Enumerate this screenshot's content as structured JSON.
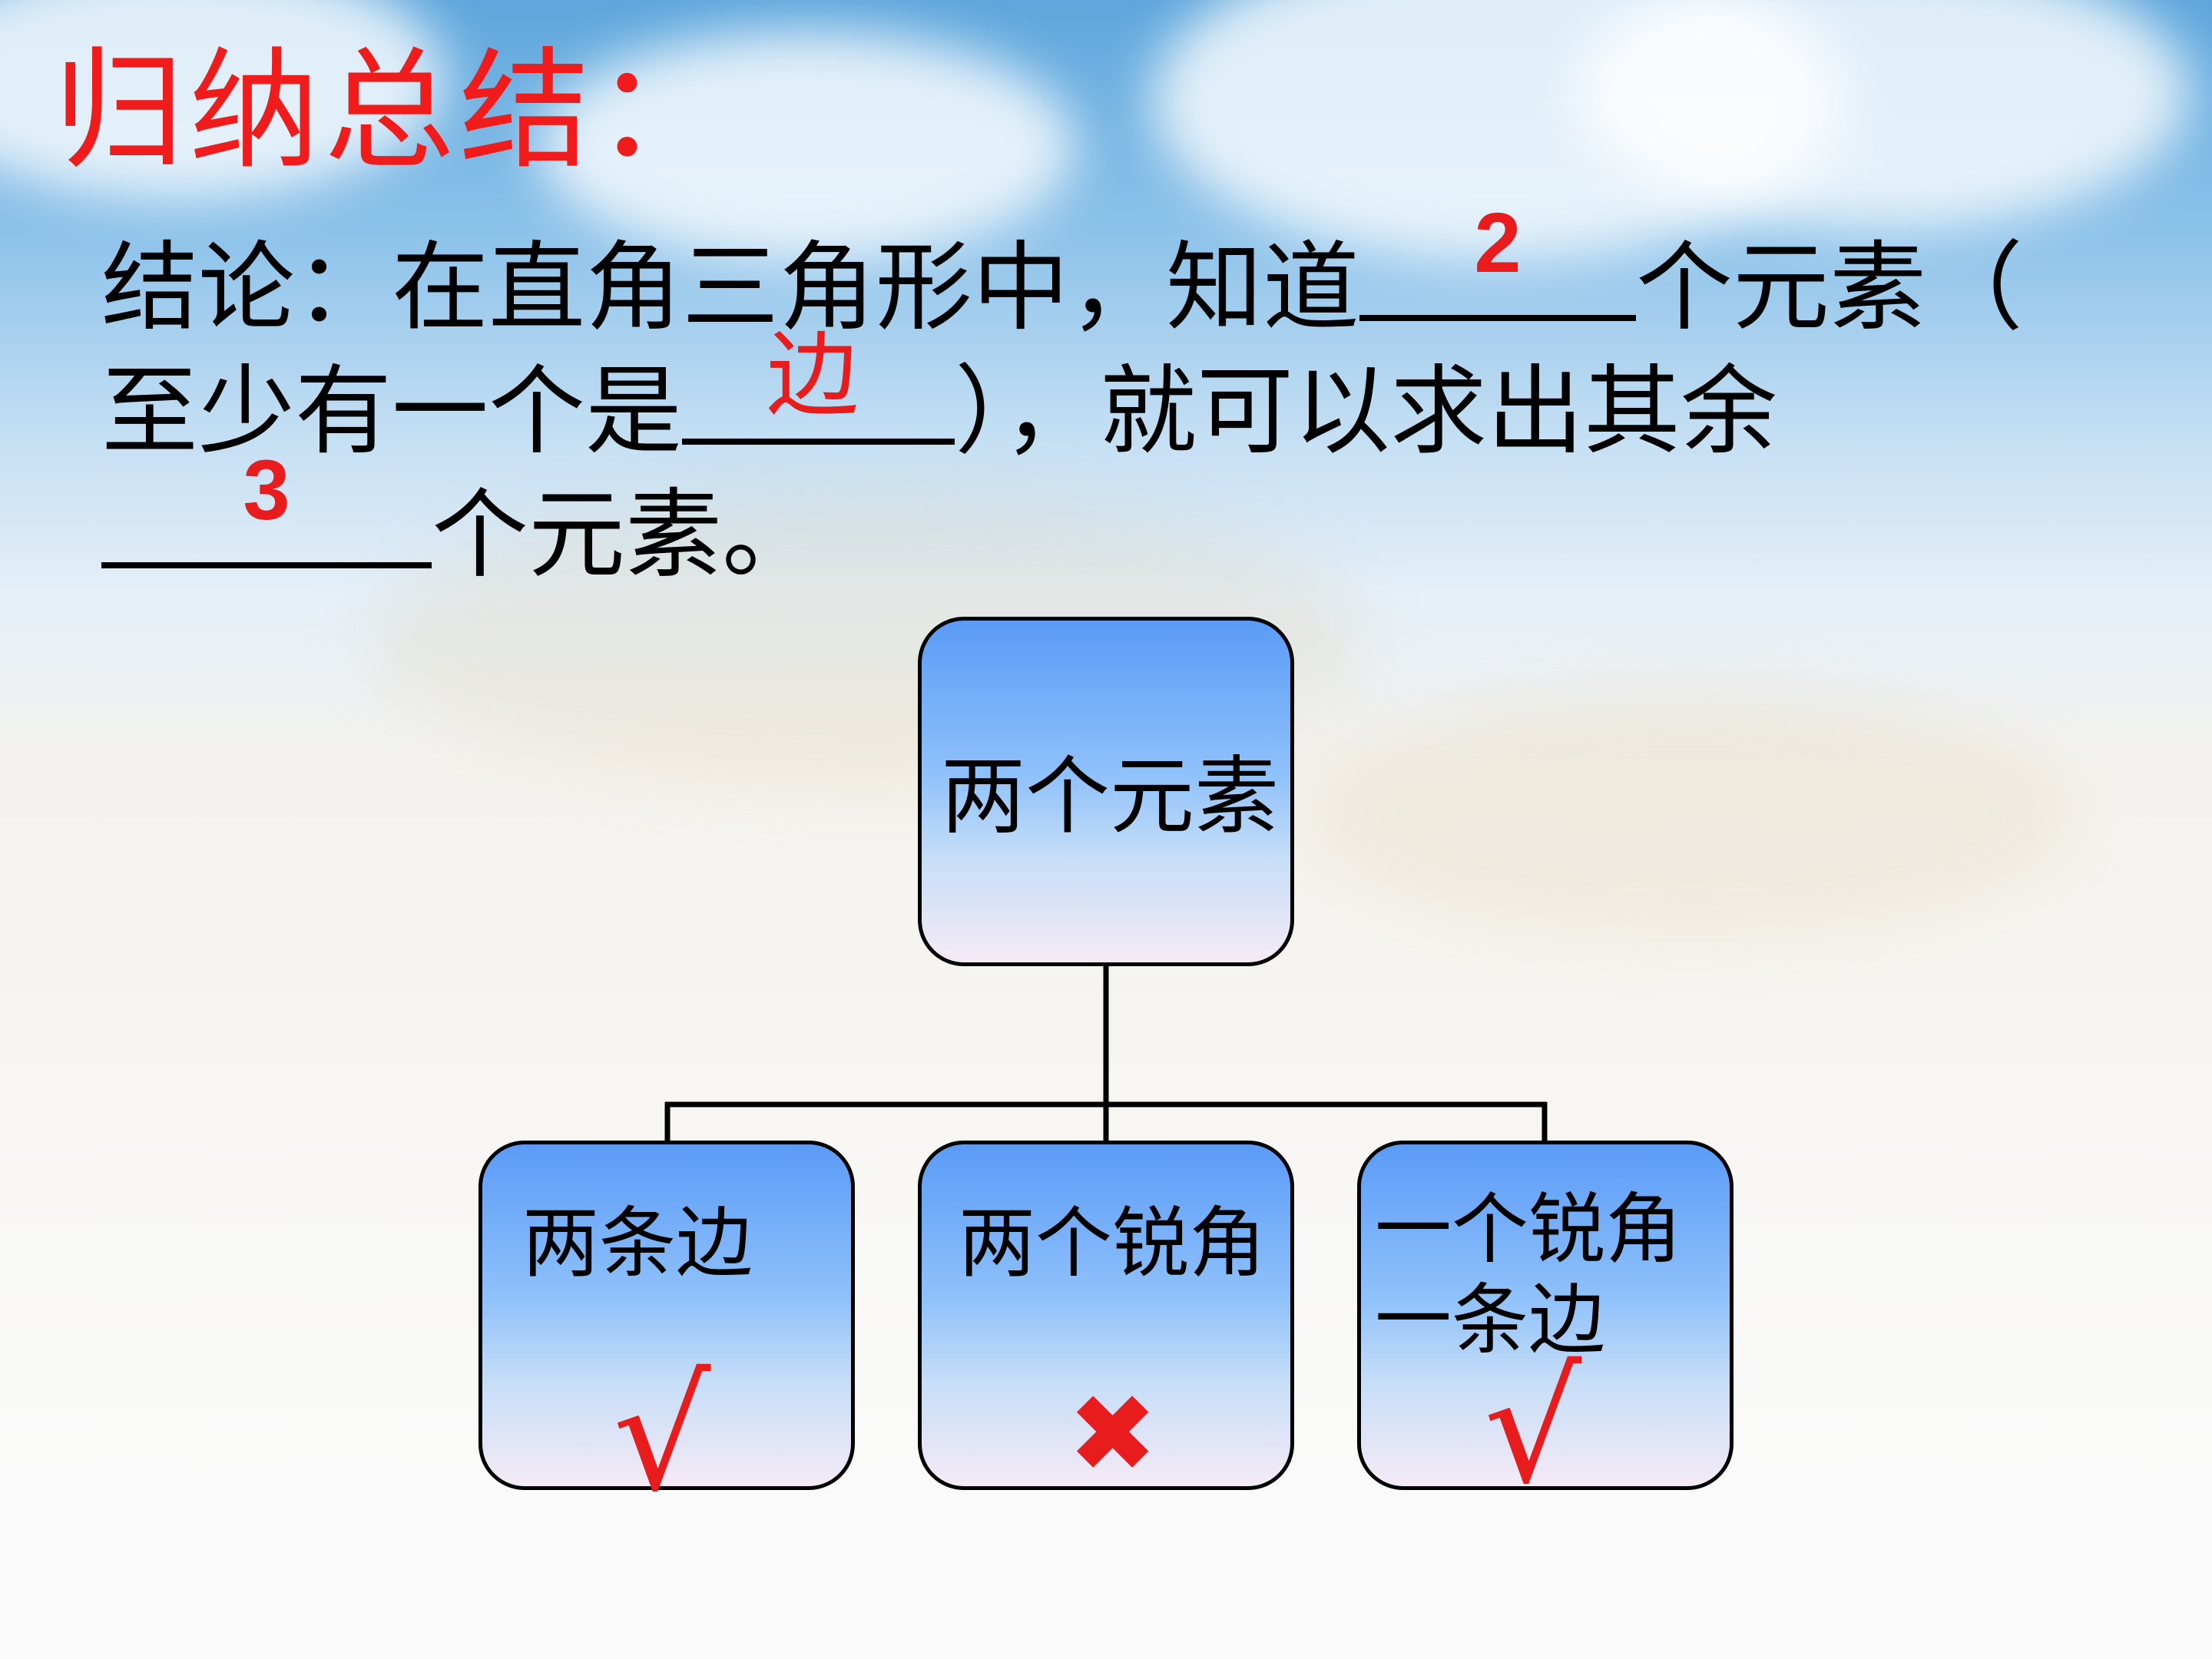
{
  "slide": {
    "title": "归纳总结：",
    "conclusion": {
      "line1_prefix": "结论：在直角三角形中，知道",
      "blank1": "2",
      "line1_suffix": "个元素（",
      "line2_prefix": "至少有一个是",
      "blank2": "边",
      "line2_suffix": "），就可以求出其余",
      "blank3": "3",
      "line3_suffix": "个元素。"
    }
  },
  "diagram": {
    "root": {
      "label": "两个元素"
    },
    "children": [
      {
        "line1": "两条边",
        "line2": "",
        "mark": "√"
      },
      {
        "line1": "两个锐角",
        "line2": "",
        "mark": "✖"
      },
      {
        "line1": "一个锐角",
        "line2": "一条边",
        "mark": "√"
      }
    ]
  },
  "colors": {
    "title": "#f01c1c",
    "answer": "#e81c1c",
    "box_top": "#5b9bf7",
    "box_bottom": "#f5eaf6",
    "connector": "#000000"
  }
}
